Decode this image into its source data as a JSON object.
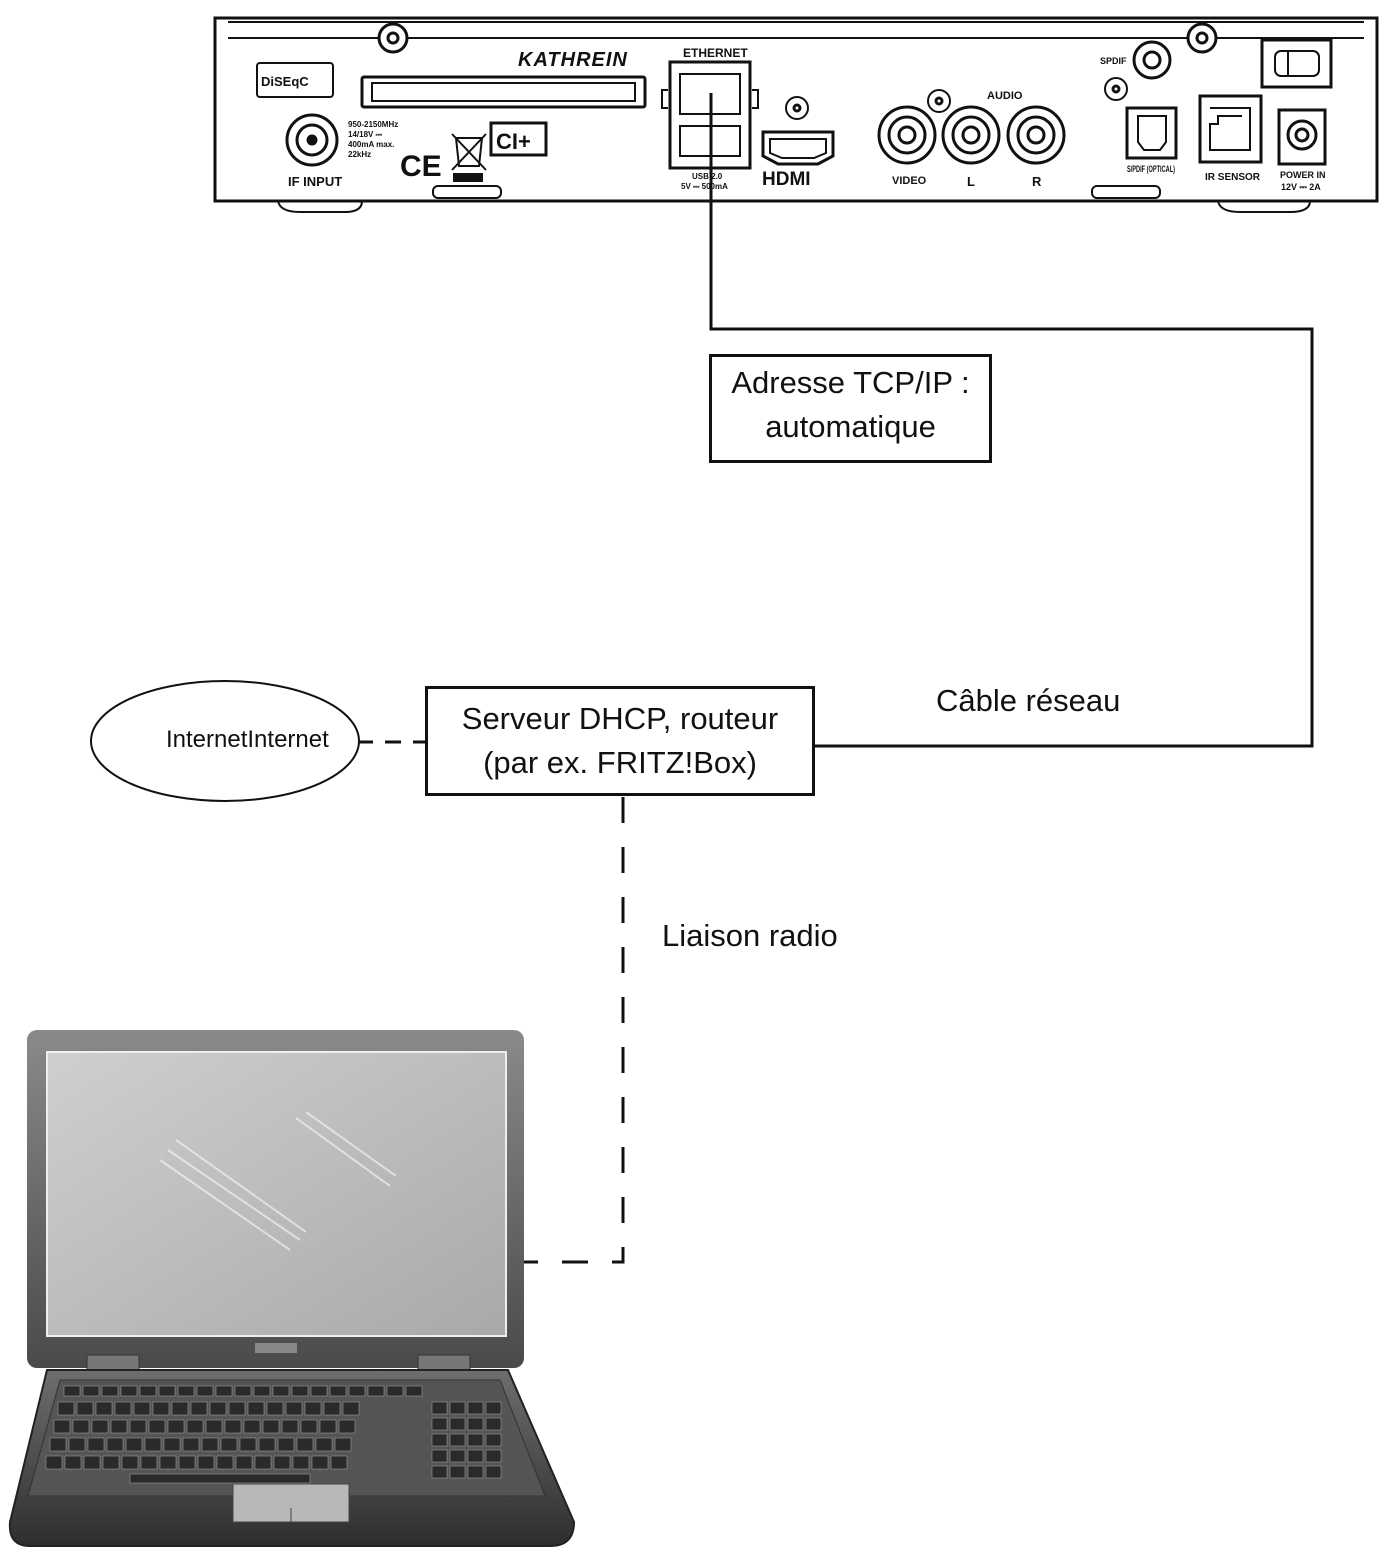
{
  "device": {
    "brand": "KATHREIN",
    "port_labels": {
      "ethernet": "ETHERNET",
      "usb": "USB 2.0",
      "usb_rating": "5V ⎓ 500mA",
      "hdmi": "HDMI",
      "video": "VIDEO",
      "audio": "AUDIO",
      "audio_left": "L",
      "audio_right": "R",
      "spdif_coax": "SPDIF",
      "spdif_optical": "S/PDIF (OPTICAL)",
      "ir_sensor": "IR SENSOR",
      "power_in": "POWER IN",
      "power_rating": "12V ⎓ 2A",
      "if_input": "IF INPUT",
      "if_specs": [
        "950-2150MHz",
        "14/18V ⎓",
        "400mA max.",
        "22kHz"
      ],
      "diseqc": "DiSEqC",
      "ci_plus": "CI+",
      "ce_mark": "CE"
    }
  },
  "callouts": {
    "tcp_line1": "Adresse TCP/IP :",
    "tcp_line2": "automatique",
    "dhcp_line1": "Serveur DHCP, routeur",
    "dhcp_line2": "(par ex. FRITZ!Box)"
  },
  "labels": {
    "cable": "Câble réseau",
    "radio": "Liaison radio",
    "internet": "InternetInternet"
  },
  "connections": [
    {
      "from": "device-ethernet",
      "to": "router",
      "style": "solid",
      "label": "Câble réseau"
    },
    {
      "from": "router",
      "to": "internet",
      "style": "dashed"
    },
    {
      "from": "router",
      "to": "laptop",
      "style": "dashed",
      "label": "Liaison radio"
    }
  ]
}
